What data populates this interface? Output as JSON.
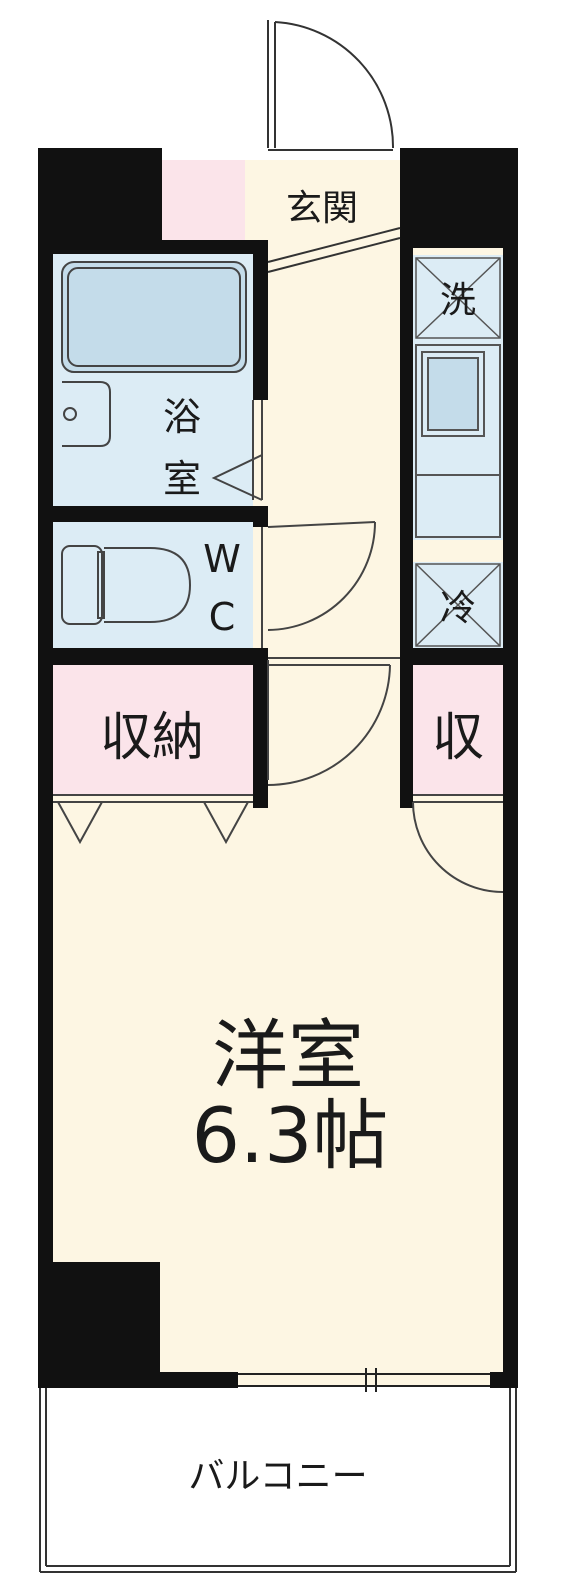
{
  "rooms": {
    "entrance": "玄関",
    "washer": "洗",
    "bath_line1": "浴",
    "bath_line2": "室",
    "wc_line1": "W",
    "wc_line2": "C",
    "fridge": "冷",
    "storage_left": "収納",
    "storage_right": "収",
    "western_room": "洋室",
    "western_room_size": "6.3帖",
    "balcony": "バルコニー"
  },
  "colors": {
    "wall": "#111111",
    "floor": "#fdf6e3",
    "wet_area": "#dcecf5",
    "storage": "#fbe4ea"
  }
}
